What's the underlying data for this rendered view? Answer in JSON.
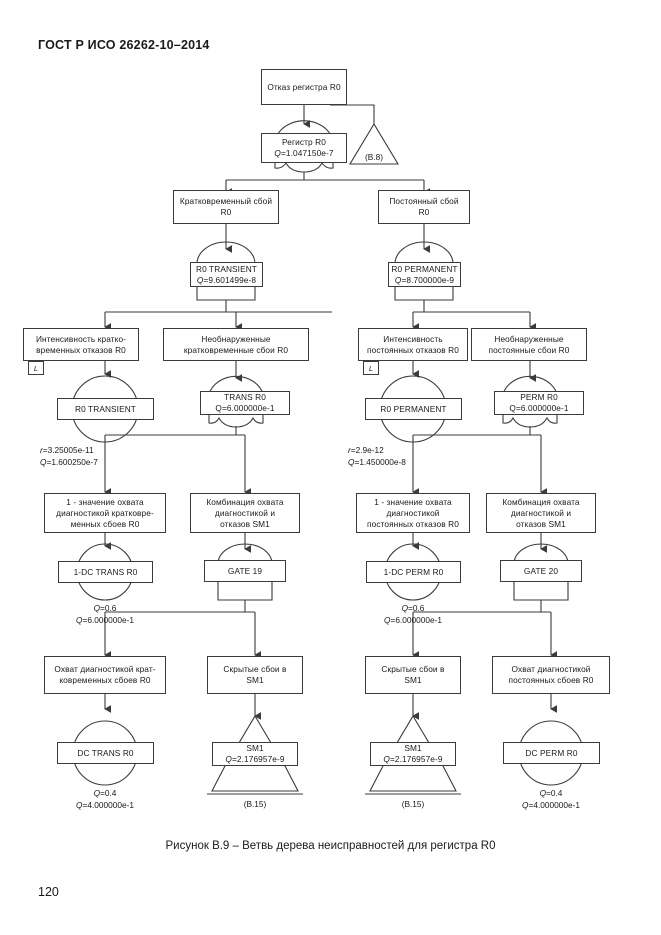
{
  "page": {
    "header": "ГОСТ Р ИСО 26262-10–2014",
    "caption": "Рисунок В.9 –  Ветвь дерева неисправностей для регистра R0",
    "number": "120",
    "stroke_color": "#3b3b3b",
    "background": "#ffffff"
  },
  "diagram": {
    "type": "fault-tree",
    "top_event": {
      "description": "Отказ регистра R0",
      "gate": {
        "name": "Регистр R0",
        "q": "Q=1.047150e-7",
        "gate_type": "or"
      },
      "transfer_in": "(B.8)"
    },
    "branches": [
      {
        "id": "transient",
        "description": "Кратковременный сбой\nR0",
        "gate": {
          "name": "R0 TRANSIENT",
          "q": "Q=9.601499e-8",
          "gate_type": "and"
        },
        "children": [
          {
            "id": "trans-rate",
            "description": "Интенсивность кратко-\nвременных отказов R0",
            "badge": "L",
            "basic_event": {
              "name": "R0 TRANSIENT",
              "r": "r=3.25005e-11",
              "q": "Q=1.600250e-7"
            }
          },
          {
            "id": "trans-undetected",
            "description": "Необнаруженные\nкратковременные сбои R0",
            "gate": {
              "name": "TRANS R0",
              "q": "Q=6.000000e-1",
              "gate_type": "or"
            },
            "children": [
              {
                "id": "trans-1dc",
                "description": "1 - значение охвата\nдиагностикой  кратковре-\nменных сбоев R0",
                "basic_event": {
                  "name": "1-DC TRANS R0",
                  "q1": "Q=0.6",
                  "q2": "Q=6.000000e-1"
                }
              },
              {
                "id": "trans-gate19",
                "description": "Комбинация охвата\nдиагностикой  и\nотказов SM1",
                "gate": {
                  "name": "GATE 19",
                  "gate_type": "and"
                },
                "children": [
                  {
                    "id": "trans-dc",
                    "description": "Охват диагностикой  крат-\nковременных сбоев R0",
                    "basic_event": {
                      "name": "DC TRANS R0",
                      "q1": "Q=0.4",
                      "q2": "Q=4.000000e-1"
                    }
                  },
                  {
                    "id": "trans-sm1",
                    "description": "Скрытые сбои в\nSM1",
                    "transfer_out": {
                      "name": "SM1",
                      "q": "Q=2.176957e-9",
                      "ref": "(B.15)"
                    }
                  }
                ]
              }
            ]
          }
        ]
      },
      {
        "id": "permanent",
        "description": "Постоянный сбой\nR0",
        "gate": {
          "name": "R0 PERMANENT",
          "q": "Q=8.700000e-9",
          "gate_type": "and"
        },
        "children": [
          {
            "id": "perm-rate",
            "description": "Интенсивность\nпостоянных отказов R0",
            "badge": "L",
            "basic_event": {
              "name": "R0 PERMANENT",
              "r": "r=2.9e-12",
              "q": "Q=1.450000e-8"
            }
          },
          {
            "id": "perm-undetected",
            "description": "Необнаруженные\nпостоянные сбои R0",
            "gate": {
              "name": "PERM R0",
              "q": "Q=6.000000e-1",
              "gate_type": "or"
            },
            "children": [
              {
                "id": "perm-1dc",
                "description": "1 - значение охвата\nдиагностикой\nпостоянных отказов R0",
                "basic_event": {
                  "name": "1-DC PERM R0",
                  "q1": "Q=0.6",
                  "q2": "Q=6.000000e-1"
                }
              },
              {
                "id": "perm-gate20",
                "description": "Комбинация охвата\nдиагностикой  и\nотказов SM1",
                "gate": {
                  "name": "GATE 20",
                  "gate_type": "and"
                },
                "children": [
                  {
                    "id": "perm-sm1",
                    "description": "Скрытые сбои в\nSM1",
                    "transfer_out": {
                      "name": "SM1",
                      "q": "Q=2.176957e-9",
                      "ref": "(B.15)"
                    }
                  },
                  {
                    "id": "perm-dc",
                    "description": "Охват диагностикой\nпостоянных сбоев R0",
                    "basic_event": {
                      "name": "DC PERM R0",
                      "q1": "Q=0.4",
                      "q2": "Q=4.000000e-1"
                    }
                  }
                ]
              }
            ]
          }
        ]
      }
    ]
  }
}
